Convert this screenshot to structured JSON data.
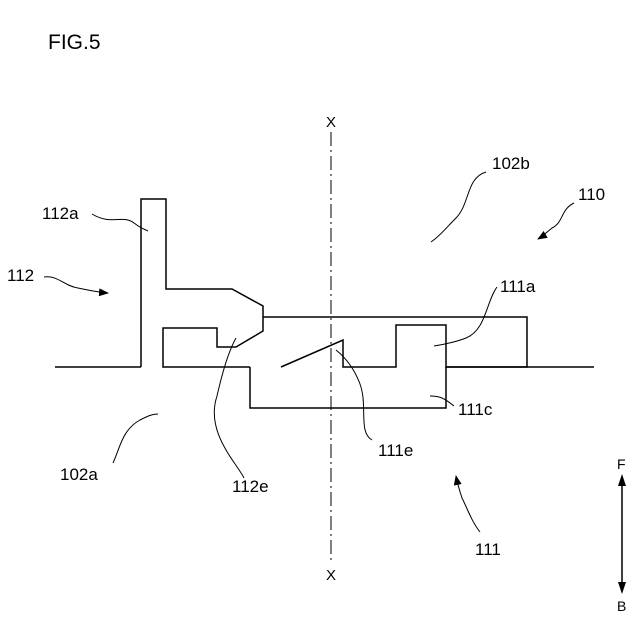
{
  "figure": {
    "title": "FIG.5",
    "axis_labels": {
      "top": "X",
      "bottom": "X"
    },
    "direction": {
      "forward": "F",
      "backward": "B"
    },
    "labels": {
      "l112a": "112a",
      "l112": "112",
      "l102b": "102b",
      "l110": "110",
      "l111a": "111a",
      "l111c": "111c",
      "l111e": "111e",
      "l102a": "102a",
      "l112e": "112e",
      "l111": "111"
    }
  }
}
